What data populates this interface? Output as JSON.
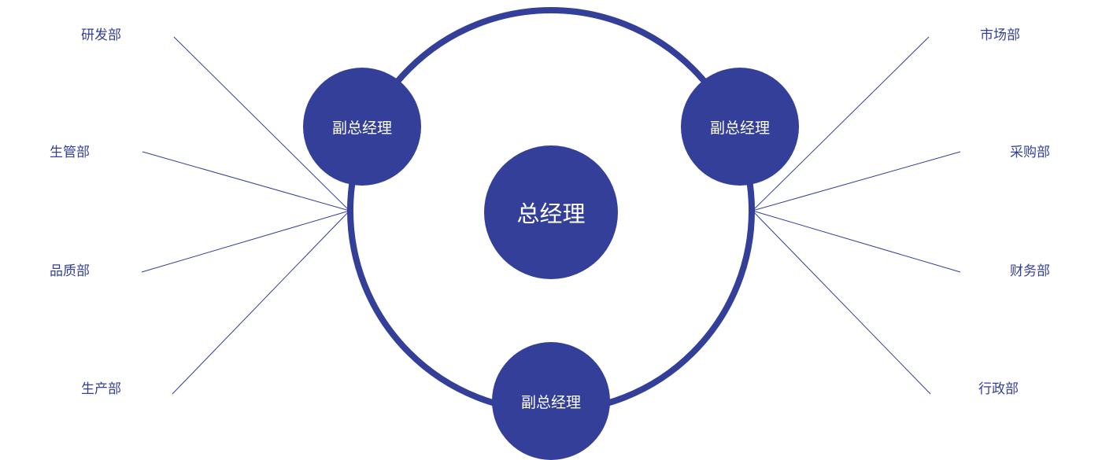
{
  "colors": {
    "primary": "#333f99",
    "line": "#333f99",
    "background": "#ffffff",
    "node_text": "#ffffff"
  },
  "center_node": {
    "label": "总经理"
  },
  "vice_nodes": [
    {
      "label": "副总经理"
    },
    {
      "label": "副总经理"
    },
    {
      "label": "副总经理"
    }
  ],
  "left_departments": [
    "研发部",
    "生管部",
    "品质部",
    "生产部"
  ],
  "right_departments": [
    "市场部",
    "采购部",
    "财务部",
    "行政部"
  ]
}
